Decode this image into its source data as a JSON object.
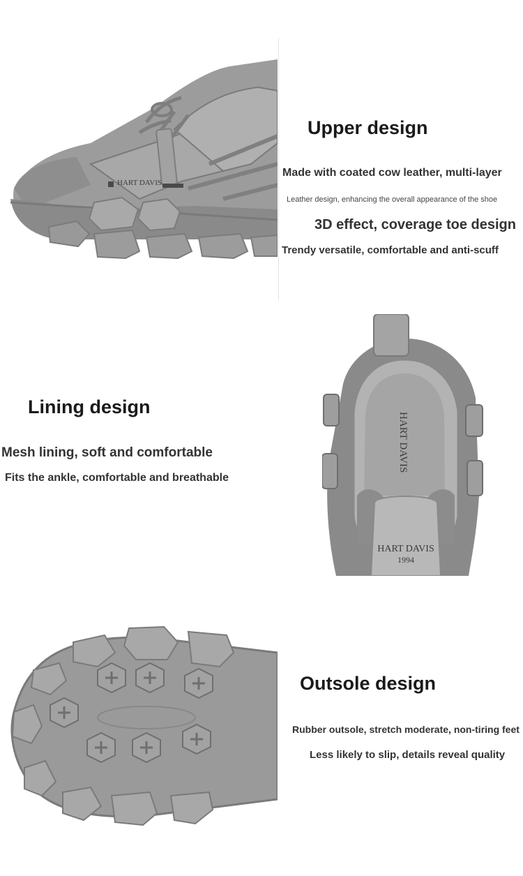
{
  "upper": {
    "title": "Upper design",
    "lines": [
      "Made with coated cow leather, multi-layer",
      "Leather design, enhancing the overall appearance of the shoe",
      "3D effect, coverage toe design",
      "Trendy versatile, comfortable and anti-scuff"
    ],
    "brand_text": "HART DAVIS"
  },
  "lining": {
    "title": "Lining design",
    "lines": [
      "Mesh lining, soft and comfortable",
      "Fits the ankle, comfortable and breathable"
    ],
    "insole_brand": "HART DAVIS",
    "tongue_brand": "HART DAVIS",
    "tongue_year": "1994"
  },
  "outsole": {
    "title": "Outsole design",
    "lines": [
      "Rubber outsole, stretch moderate, non-tiring feet",
      "Less likely to slip, details reveal quality"
    ]
  },
  "colors": {
    "shoe_base": "#9a9a9a",
    "shoe_dark": "#7c7c7c",
    "shoe_light": "#b4b4b4",
    "text": "#222222"
  }
}
